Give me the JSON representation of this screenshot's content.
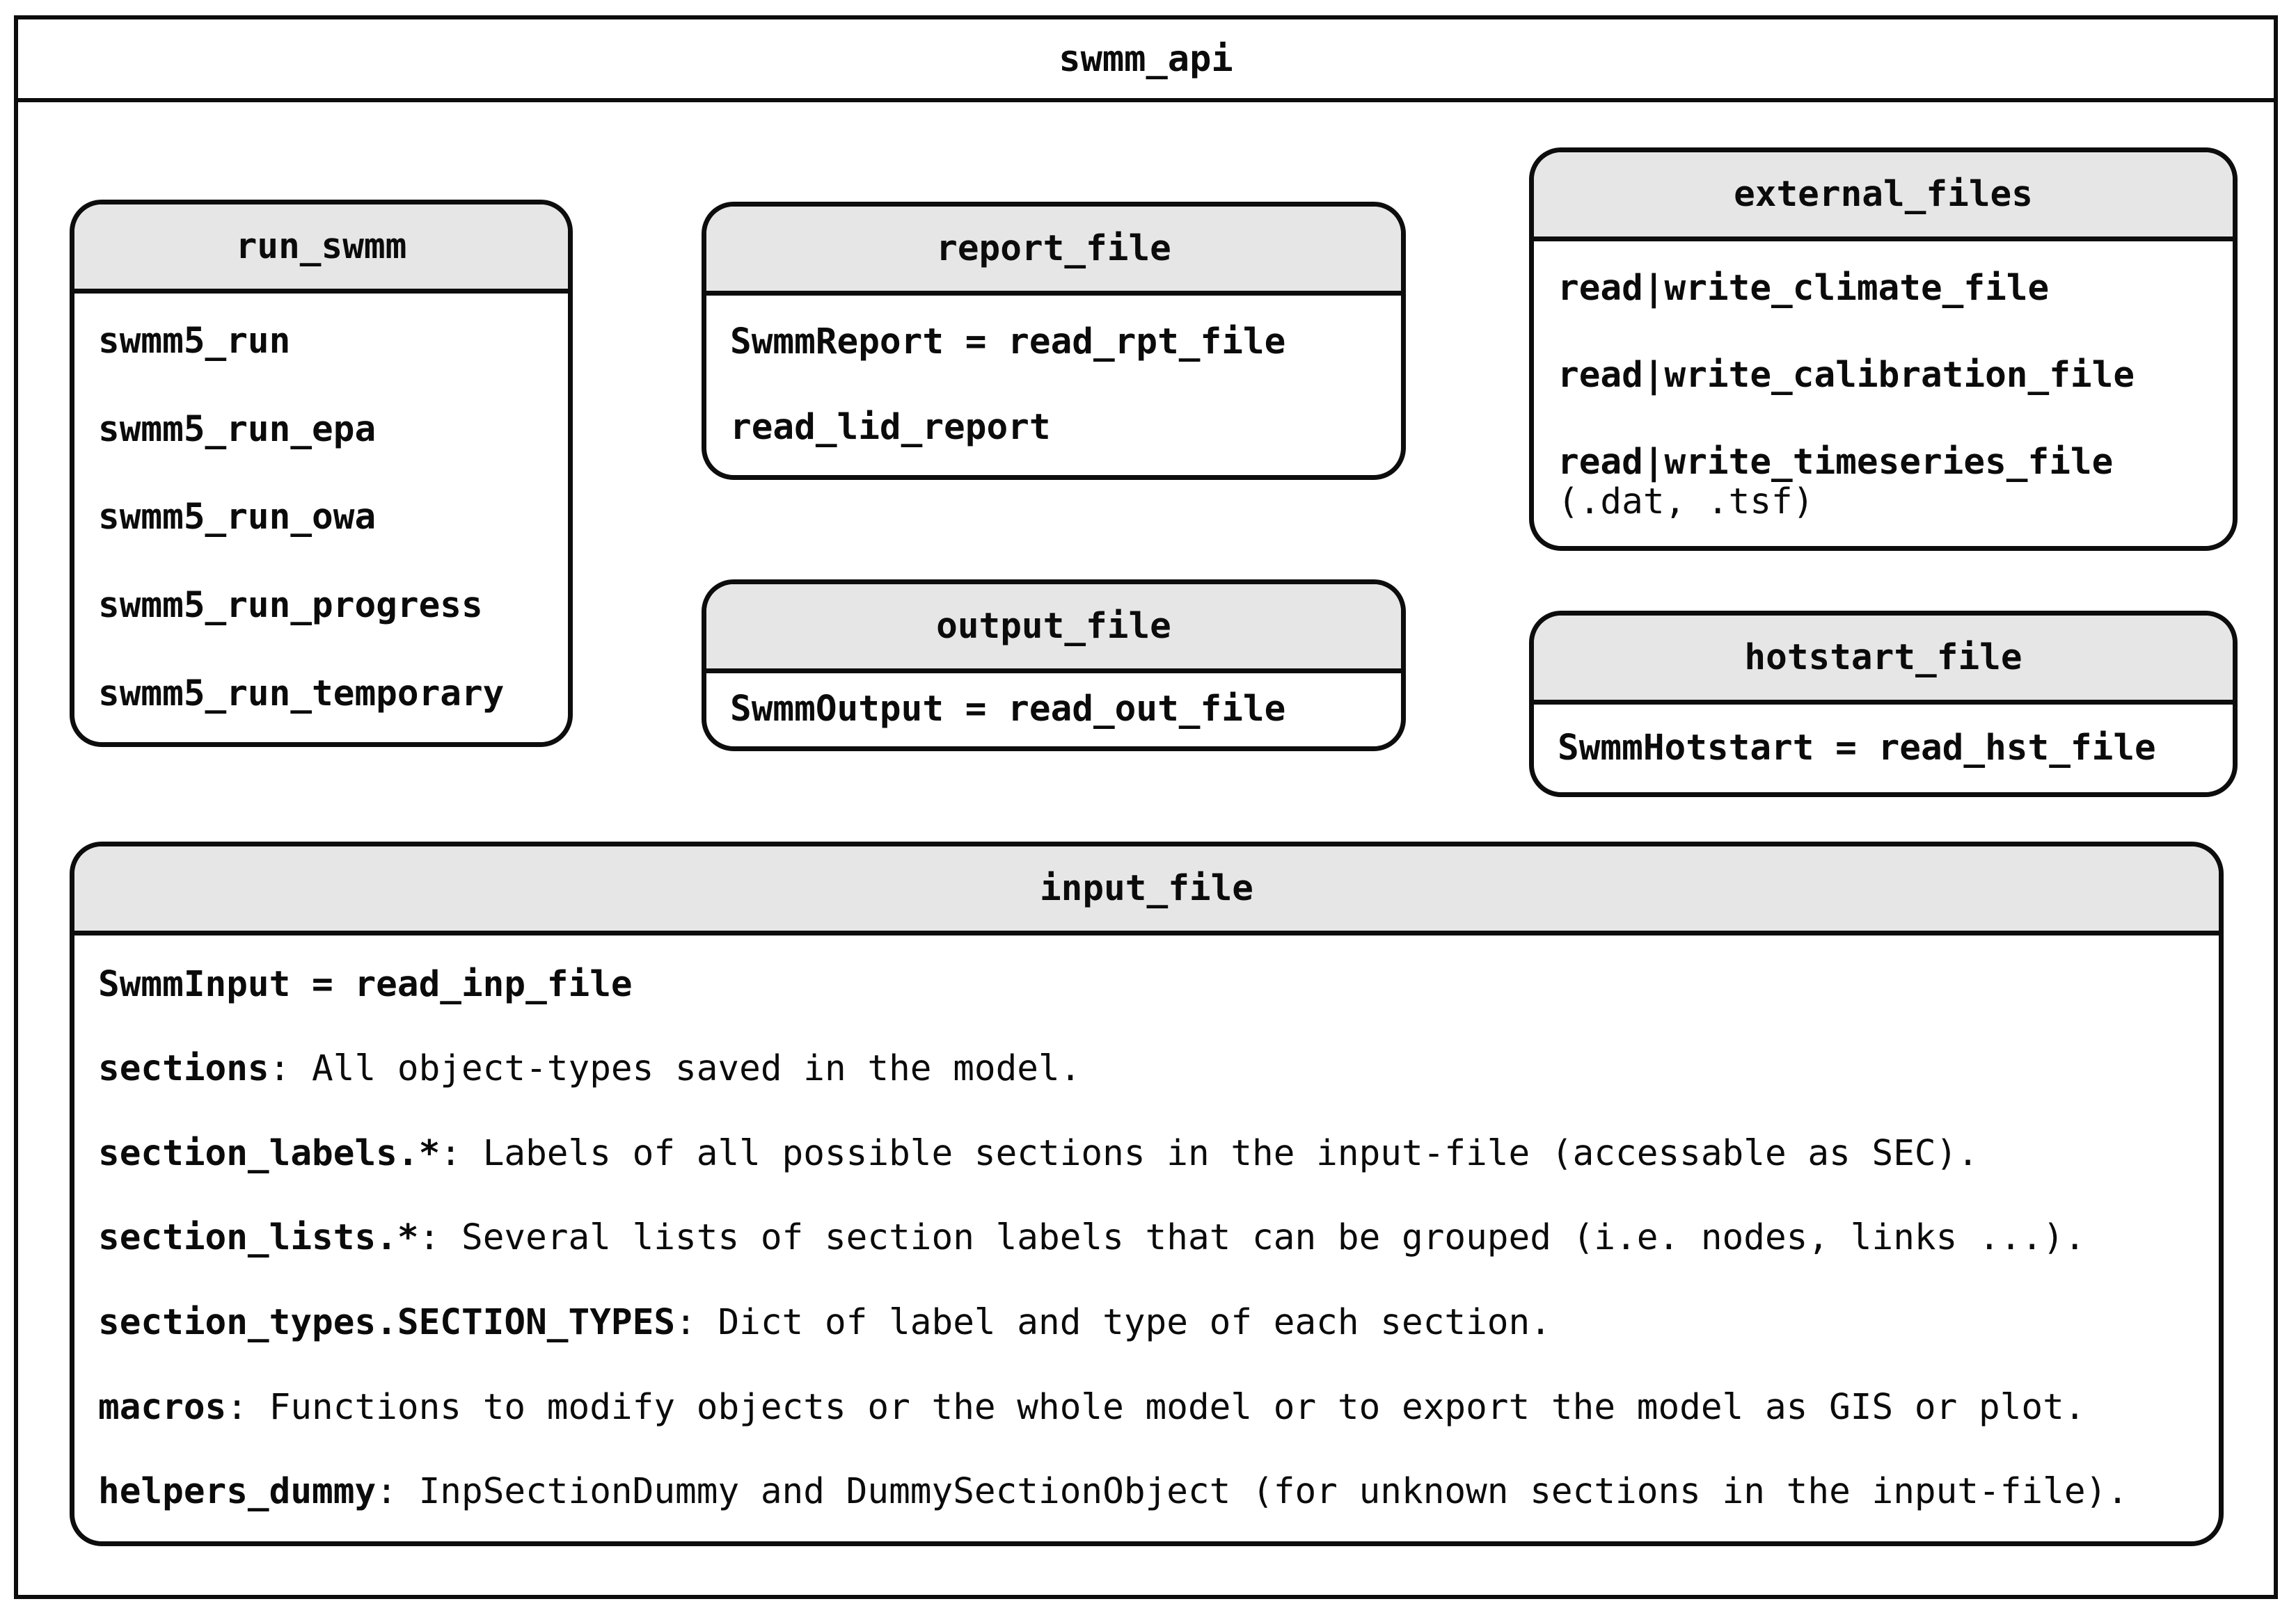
{
  "title": "swmm_api",
  "colors": {
    "header_fill": "#e6e6e6",
    "border": "#0d0d0d",
    "background": "#ffffff"
  },
  "boxes": {
    "run_swmm": {
      "title": "run_swmm",
      "items": [
        {
          "bold": "swmm5_run"
        },
        {
          "bold": "swmm5_run_epa"
        },
        {
          "bold": "swmm5_run_owa"
        },
        {
          "bold": "swmm5_run_progress"
        },
        {
          "bold": "swmm5_run_temporary"
        }
      ]
    },
    "report_file": {
      "title": "report_file",
      "items": [
        {
          "bold": "SwmmReport = read_rpt_file"
        },
        {
          "bold": "read_lid_report"
        }
      ]
    },
    "external_files": {
      "title": "external_files",
      "items": [
        {
          "bold": "read|write_climate_file"
        },
        {
          "bold": "read|write_calibration_file"
        },
        {
          "bold": "read|write_timeseries_file",
          "note": "(.dat, .tsf)"
        }
      ]
    },
    "output_file": {
      "title": "output_file",
      "items": [
        {
          "bold": "SwmmOutput = read_out_file"
        }
      ]
    },
    "hotstart_file": {
      "title": "hotstart_file",
      "items": [
        {
          "bold": "SwmmHotstart = read_hst_file"
        }
      ]
    },
    "input_file": {
      "title": "input_file",
      "items": [
        {
          "bold": "SwmmInput = read_inp_file",
          "rest": ""
        },
        {
          "bold": "sections",
          "rest": ": All object-types saved in the model."
        },
        {
          "bold": "section_labels.*",
          "rest": ": Labels of all possible sections in the input-file (accessable as SEC)."
        },
        {
          "bold": "section_lists.*",
          "rest": ": Several lists of section labels that can be grouped (i.e. nodes, links ...)."
        },
        {
          "bold": "section_types.SECTION_TYPES",
          "rest": ": Dict of label and type of each section."
        },
        {
          "bold": "macros",
          "rest": ": Functions to modify objects or the whole model or to export the model as GIS or plot."
        },
        {
          "bold": "helpers_dummy",
          "rest": ": InpSectionDummy and DummySectionObject (for unknown sections in the input-file)."
        }
      ]
    }
  }
}
